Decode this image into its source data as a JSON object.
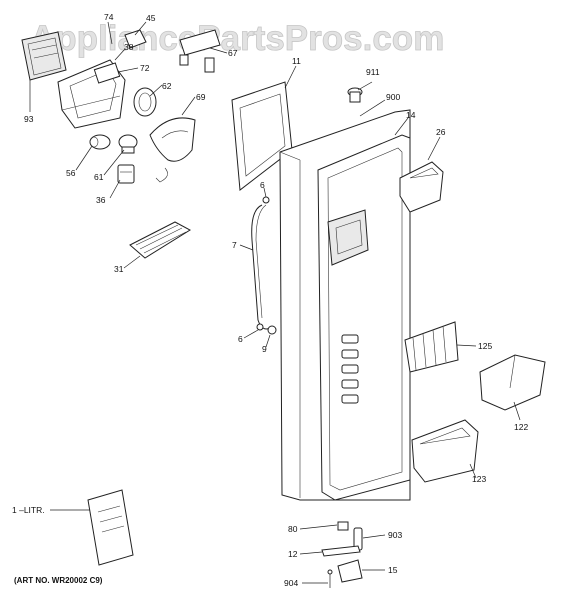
{
  "watermark": "AppliancePartsPros.com",
  "art_number": "(ART NO. WR20002 C9)",
  "part_labels": {
    "p74": "74",
    "p45": "45",
    "p38": "38",
    "p67": "67",
    "p72": "72",
    "p62": "62",
    "p69": "69",
    "p93": "93",
    "p56": "56",
    "p61": "61",
    "p36": "36",
    "p11": "11",
    "p911": "911",
    "p900": "900",
    "p14": "14",
    "p26": "26",
    "p6a": "6",
    "p7": "7",
    "p31": "31",
    "p6b": "6",
    "p9": "9",
    "p125": "125",
    "p122": "122",
    "p123": "123",
    "p1litr": "1 –LITR.",
    "p80": "80",
    "p903": "903",
    "p12": "12",
    "p15": "15",
    "p904": "904"
  }
}
